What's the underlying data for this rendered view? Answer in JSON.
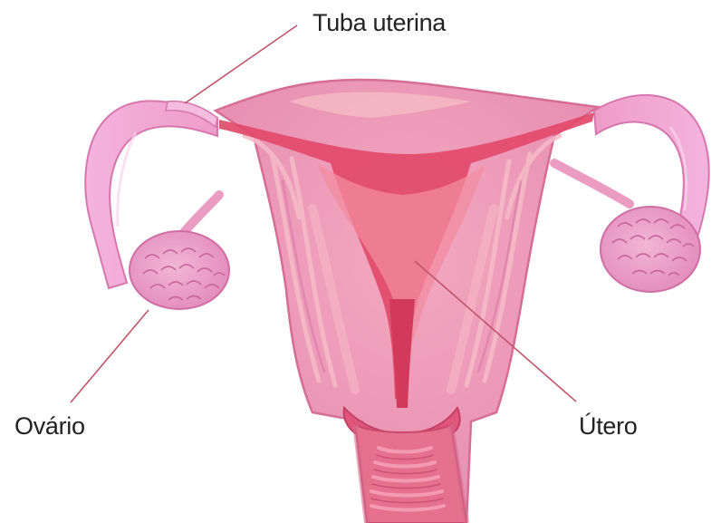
{
  "labels": {
    "tuba_uterina": "Tuba uterina",
    "ovario": "Ovário",
    "utero": "Útero"
  },
  "colors": {
    "background": "#ffffff",
    "leader_line": "#c2546a",
    "text": "#222222",
    "uterus_outer": "#eea0bd",
    "uterus_wall": "#e58aa8",
    "cavity": "#e34a68",
    "tube": "#f0a6d4",
    "ovary": "#e8a0c6"
  },
  "icons": {
    "uterus": "uterus-illustration"
  }
}
